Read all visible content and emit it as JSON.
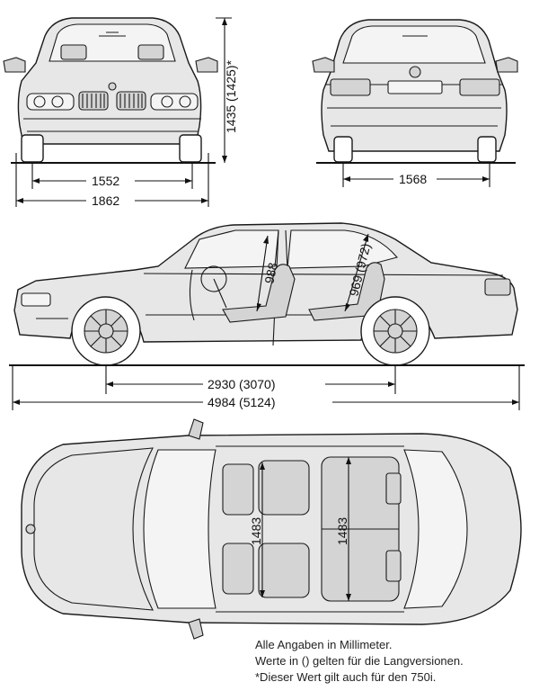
{
  "dimensions": {
    "front_height": "1435 (1425)*",
    "front_track": "1552",
    "overall_width": "1862",
    "rear_track": "1568",
    "headroom_front": "988",
    "headroom_rear": "969 (972)",
    "wheelbase": "2930 (3070)",
    "overall_length": "4984 (5124)",
    "interior_width_front": "1483",
    "interior_width_rear": "1483"
  },
  "notes": {
    "line1": "Alle Angaben in Millimeter.",
    "line2": "Werte in () gelten für die Langversionen.",
    "line3": "*Dieser Wert gilt auch für den 750i."
  }
}
